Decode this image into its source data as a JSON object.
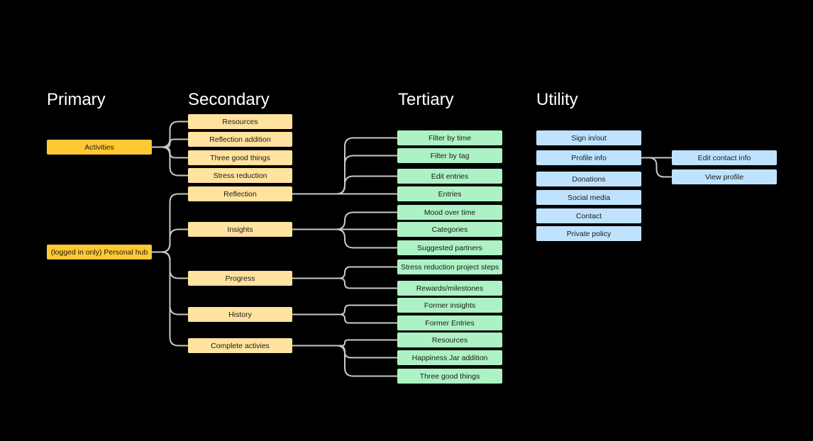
{
  "colors": {
    "background": "#000000",
    "primary": "#ffc933",
    "secondary": "#ffe39e",
    "tertiary": "#adf2c4",
    "utility": "#bfe3ff",
    "connector": "#c9c9c9"
  },
  "headings": {
    "primary": "Primary",
    "secondary": "Secondary",
    "tertiary": "Tertiary",
    "utility": "Utility"
  },
  "primary": {
    "activities": "Activities",
    "personal_hub": "(logged in only) Personal hub"
  },
  "secondary": {
    "resources": "Resources",
    "reflection_addition": "Reflection addition",
    "three_good_things": "Three good things",
    "stress_reduction": "Stress reduction",
    "reflection": "Reflection",
    "insights": "Insights",
    "progress": "Progress",
    "history": "History",
    "complete_activities": "Complete activies"
  },
  "tertiary": {
    "filter_by_time": "Filter by time",
    "filter_by_tag": "Filter by tag",
    "edit_entries": "Edit entries",
    "entries": "Entries",
    "mood_over_time": "Mood over time",
    "categories": "Categories",
    "suggested_partners": "Suggested partners",
    "stress_steps": "Stress reduction project steps",
    "rewards": "Rewards/milestones",
    "former_insights": "Former insights",
    "former_entries": "Former Entries",
    "resources": "Resources",
    "happiness_jar": "Happiness Jar addition",
    "three_good_things": "Three good things"
  },
  "utility": {
    "sign_in_out": "Sign in/out",
    "profile_info": "Profile info",
    "donations": "Donations",
    "social_media": "Social media",
    "contact": "Contact",
    "private_policy": "Private policy",
    "edit_contact_info": "Edit contact info",
    "view_profile": "View profile"
  },
  "connections": [
    [
      "p-activities",
      [
        "s-resources",
        "s-reflection-addition",
        "s-three-good-things",
        "s-stress-reduction"
      ]
    ],
    [
      "p-personal-hub",
      [
        "s-reflection",
        "s-insights",
        "s-progress",
        "s-history",
        "s-complete-activities"
      ]
    ],
    [
      "s-reflection",
      [
        "t-filter-by-time",
        "t-filter-by-tag",
        "t-edit-entries",
        "t-entries"
      ]
    ],
    [
      "s-insights",
      [
        "t-mood-over-time",
        "t-categories",
        "t-suggested-partners"
      ]
    ],
    [
      "s-progress",
      [
        "t-stress-steps",
        "t-rewards"
      ]
    ],
    [
      "s-history",
      [
        "t-former-insights",
        "t-former-entries"
      ]
    ],
    [
      "s-complete-activities",
      [
        "t-resources",
        "t-happiness-jar",
        "t-three-good-things"
      ]
    ],
    [
      "u-profile-info",
      [
        "u-edit-contact-info",
        "u-view-profile"
      ]
    ]
  ]
}
